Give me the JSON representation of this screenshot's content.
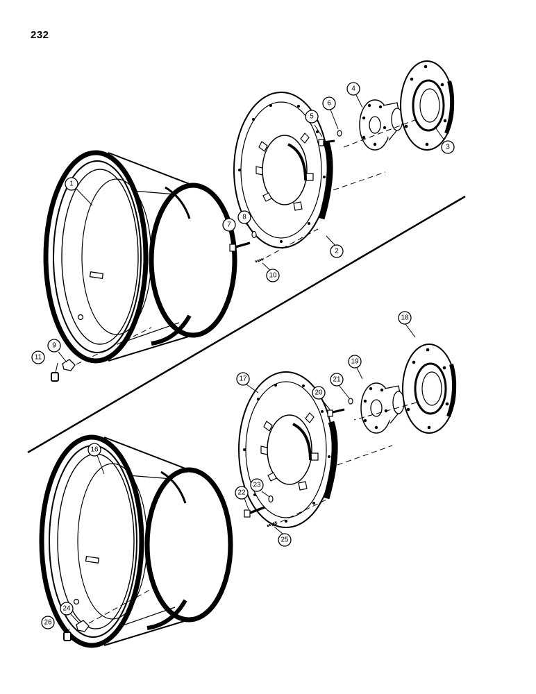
{
  "page": {
    "number": "232"
  },
  "callouts": {
    "c1": "1",
    "c2": "2",
    "c3": "3",
    "c4": "4",
    "c5": "5",
    "c6": "6",
    "c7": "7",
    "c8": "8",
    "c9": "9",
    "c10": "10",
    "c11": "11",
    "c16": "16",
    "c17": "17",
    "c18": "18",
    "c19": "19",
    "c20": "20",
    "c21": "21",
    "c22": "22",
    "c23": "23",
    "c24": "24",
    "c25": "25",
    "c26": "26"
  }
}
